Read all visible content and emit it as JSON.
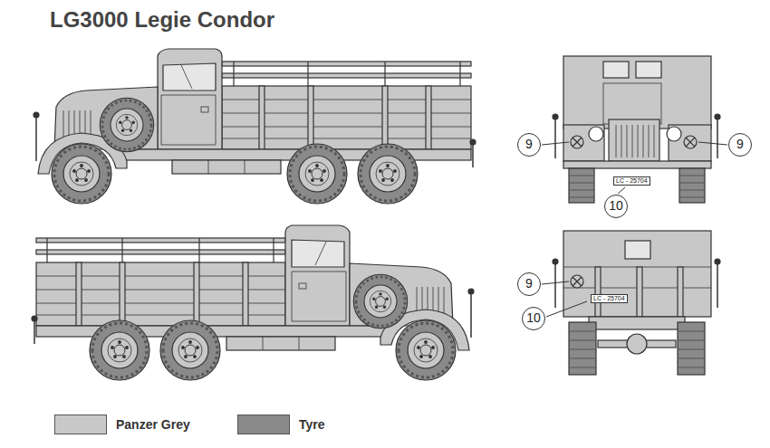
{
  "diagram": {
    "title": "LG3000 Legie Condor",
    "labels": [
      "9",
      "9",
      "LC - 25704",
      "10",
      "9",
      "LC - 25704",
      "10"
    ],
    "legend": [
      {
        "text": "Panzer Grey",
        "color": "#c8c8c8"
      },
      {
        "text": "Tyre",
        "color": "#8a8a8a"
      }
    ]
  }
}
